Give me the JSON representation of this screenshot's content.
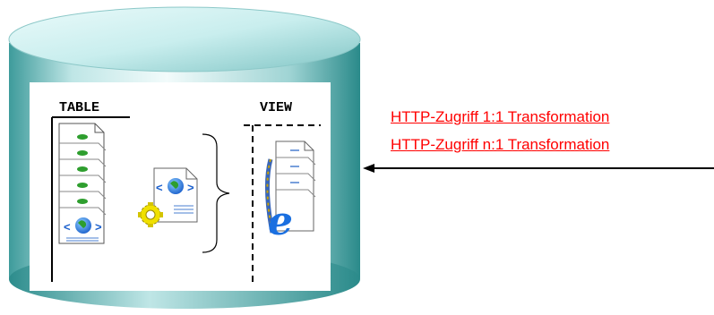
{
  "diagram": {
    "table_label": "TABLE",
    "view_label": "VIEW",
    "links": [
      "HTTP-Zugriff 1:1 Transformation",
      "HTTP-Zugriff n:1 Transformation"
    ],
    "colors": {
      "cylinder_light": "#d8f2f2",
      "cylinder_dark": "#2a8a8a",
      "link": "#ff0000",
      "globe_blue": "#1a5fcc",
      "globe_green": "#2e9e2e",
      "gear": "#f0e000"
    },
    "icons": [
      "database-cylinder",
      "xml-document-stack-icon",
      "xml-document-icon",
      "gear-icon",
      "ie-document-stack-icon",
      "brace-icon",
      "arrow-left-icon"
    ]
  }
}
